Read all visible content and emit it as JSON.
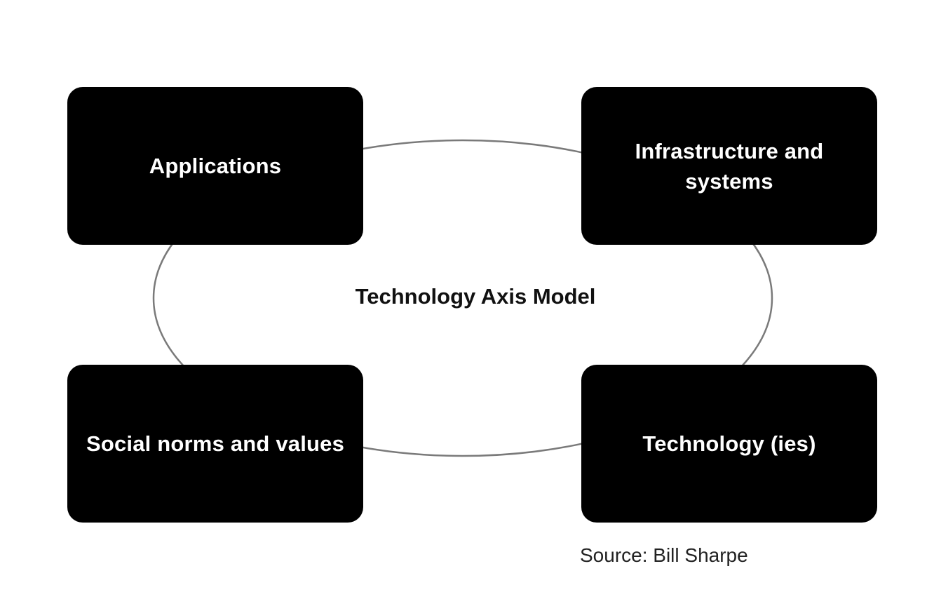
{
  "diagram": {
    "title": "Technology Axis Model",
    "nodes": [
      {
        "id": "applications",
        "label": "Applications"
      },
      {
        "id": "infrastructure",
        "label": "Infrastructure and systems"
      },
      {
        "id": "social",
        "label": "Social norms and values"
      },
      {
        "id": "technology",
        "label": "Technology (ies)"
      }
    ],
    "source": "Source: Bill Sharpe"
  },
  "colors": {
    "box_fill": "#000000",
    "box_text": "#ffffff",
    "ring_stroke": "#7a7a7a"
  }
}
